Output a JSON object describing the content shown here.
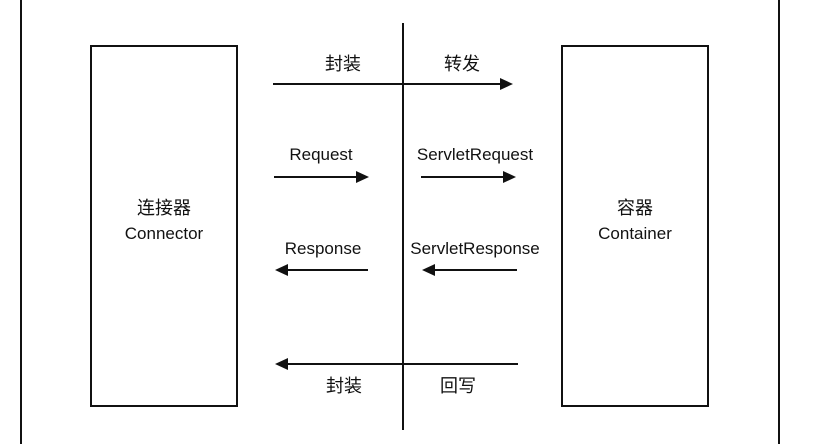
{
  "colors": {
    "line": "#111111",
    "text": "#111111",
    "background": "#ffffff"
  },
  "boxes": {
    "connector": {
      "label_zh": "连接器",
      "label_en": "Connector"
    },
    "container": {
      "label_zh": "容器",
      "label_en": "Container"
    }
  },
  "flows": {
    "top": {
      "left_label": "封装",
      "right_label": "转发",
      "direction": "right"
    },
    "request": {
      "label": "Request",
      "direction": "right"
    },
    "servlet_request": {
      "label": "ServletRequest",
      "direction": "right"
    },
    "response": {
      "label": "Response",
      "direction": "left"
    },
    "servlet_response": {
      "label": "ServletResponse",
      "direction": "left"
    },
    "bottom": {
      "left_label": "封装",
      "right_label": "回写",
      "direction": "left"
    }
  }
}
